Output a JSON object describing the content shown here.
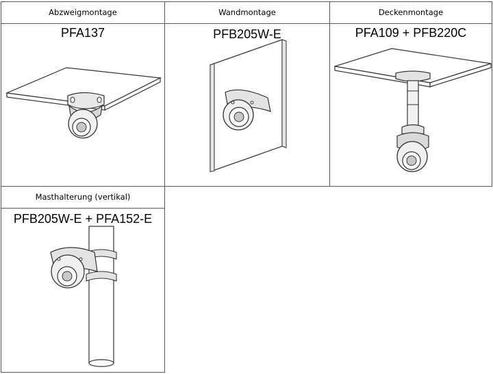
{
  "cells": [
    {
      "header": "Abzweigmontage",
      "model": "PFA137"
    },
    {
      "header": "Wandmontage",
      "model": "PFB205W-E"
    },
    {
      "header": "Deckenmontage",
      "model": "PFA109 + PFB220C"
    },
    {
      "header": "Masthalterung (vertikal)",
      "model": "PFB205W-E + PFA152-E"
    }
  ]
}
